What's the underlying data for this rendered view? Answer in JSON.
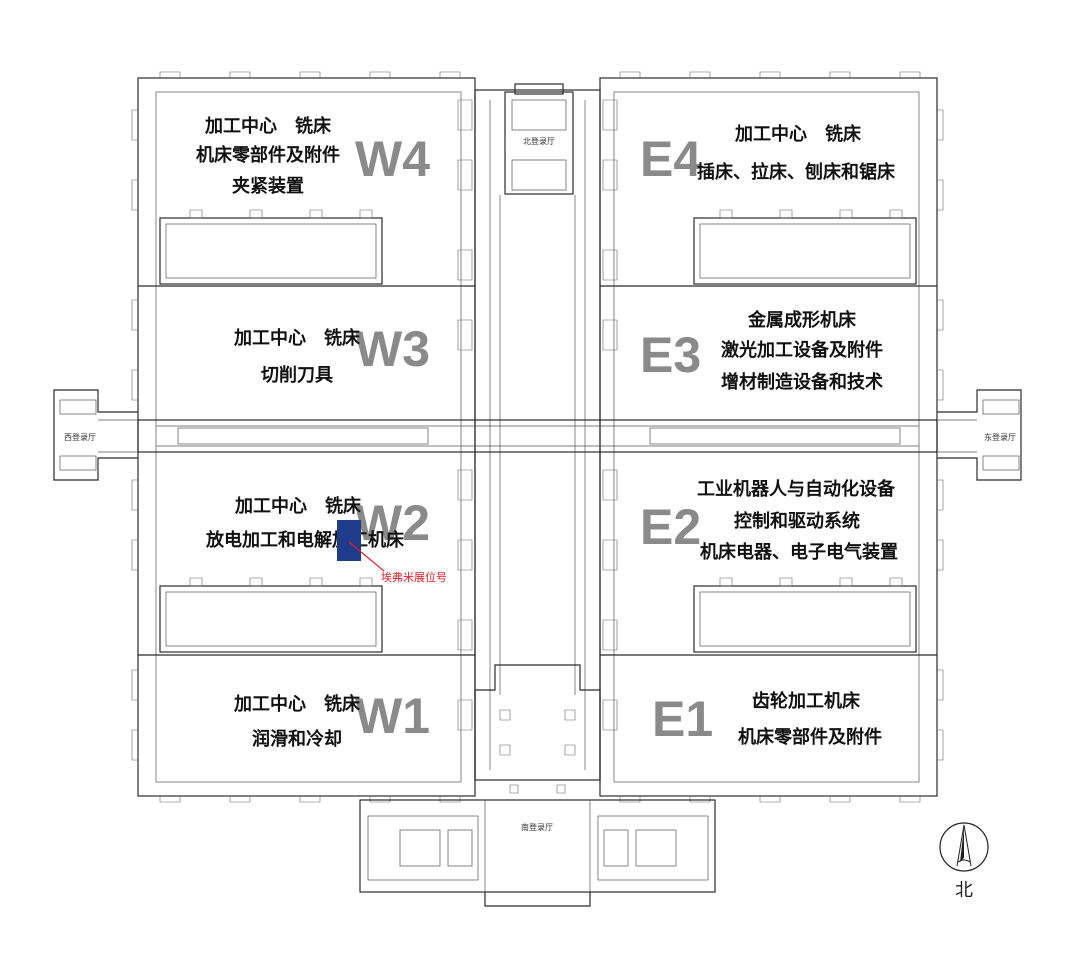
{
  "halls": {
    "W4": {
      "code": "W4",
      "lines": [
        "加工中心　铣床",
        "机床零部件及附件",
        "夹紧装置"
      ]
    },
    "W3": {
      "code": "W3",
      "lines": [
        "加工中心　铣床",
        "切削刀具"
      ]
    },
    "W2": {
      "code": "W2",
      "lines": [
        "加工中心　铣床",
        "放电加工和电解加工机床"
      ]
    },
    "W1": {
      "code": "W1",
      "lines": [
        "加工中心　铣床",
        "润滑和冷却"
      ]
    },
    "E4": {
      "code": "E4",
      "lines": [
        "加工中心　铣床",
        "插床、拉床、刨床和锯床"
      ]
    },
    "E3": {
      "code": "E3",
      "lines": [
        "金属成形机床",
        "激光加工设备及附件",
        "增材制造设备和技术"
      ]
    },
    "E2": {
      "code": "E2",
      "lines": [
        "工业机器人与自动化设备",
        "控制和驱动系统",
        "机床电器、电子电气装置"
      ]
    },
    "E1": {
      "code": "E1",
      "lines": [
        "齿轮加工机床",
        "机床零部件及附件"
      ]
    }
  },
  "lobbies": {
    "north": "北登录厅",
    "south": "南登录厅",
    "west": "西登录厅",
    "east": "东登录厅"
  },
  "booth": {
    "label": "埃弗米展位号",
    "color": "#1f3b8c",
    "line_color": "#e11b22"
  },
  "compass": {
    "label": "北"
  }
}
